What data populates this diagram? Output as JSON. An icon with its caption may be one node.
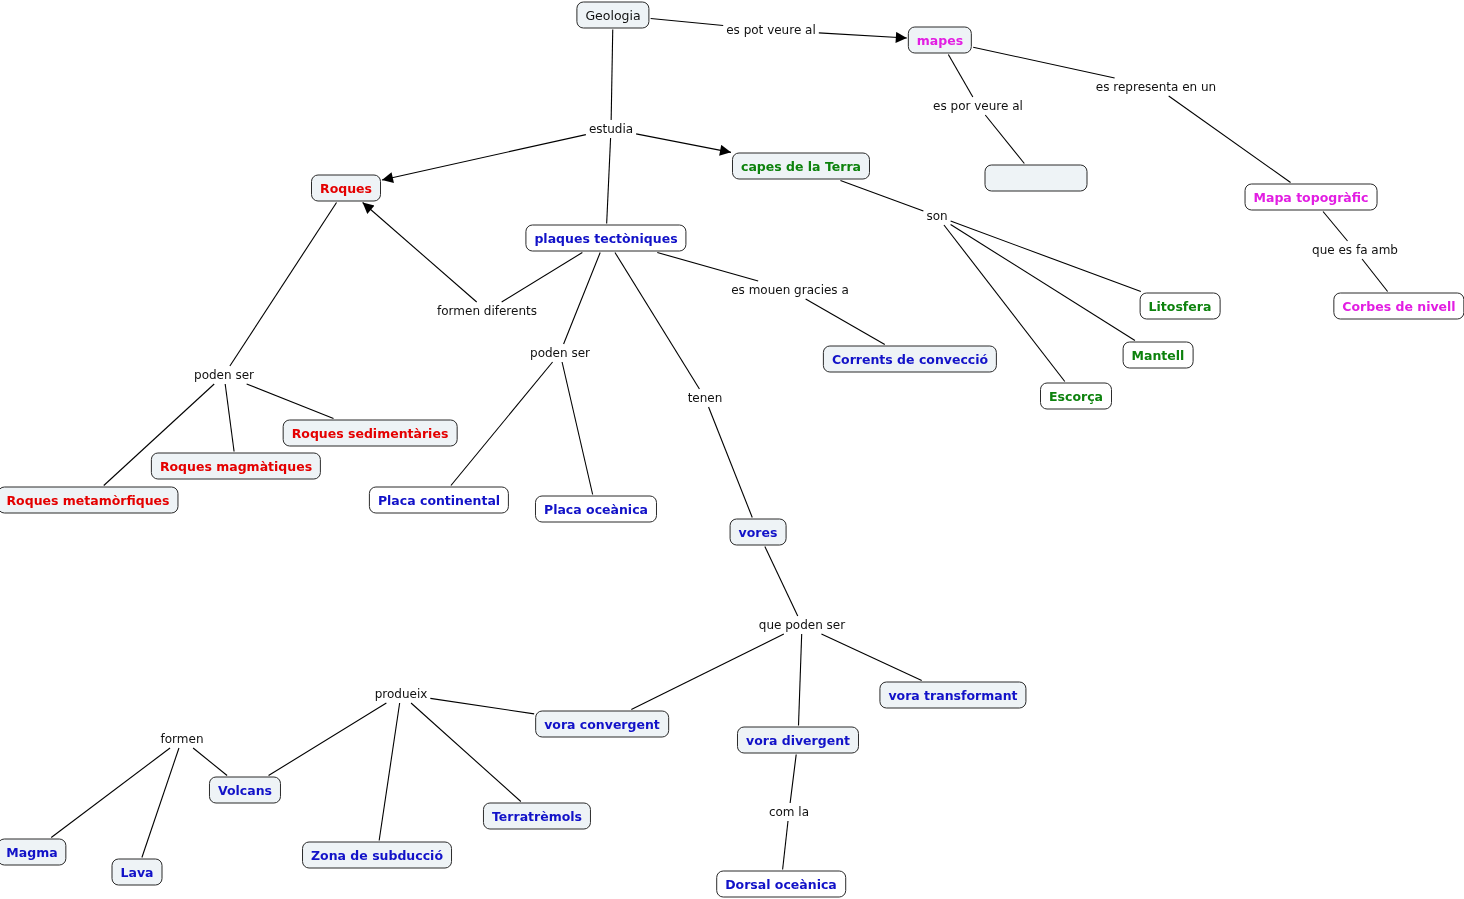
{
  "diagram": {
    "nodes": [
      {
        "text": [
          "Geologia"
        ]
      },
      {
        "text": [
          "es pot veure al"
        ]
      },
      {
        "text": [
          "mapes"
        ]
      },
      {
        "text": [
          "es por veure al"
        ]
      },
      {
        "text": [],
        "shape": "box"
      },
      {
        "text": [
          "es representa en un"
        ]
      },
      {
        "text": [
          "Mapa topogràfic"
        ]
      },
      {
        "text": [
          "que es fa amb"
        ]
      },
      {
        "text": [
          "Corbes de nivell"
        ]
      },
      {
        "text": [
          "estudia"
        ]
      },
      {
        "text": [
          "Roques"
        ]
      },
      {
        "text": [
          "capes de la Terra"
        ]
      },
      {
        "text": [
          "plaques tectòniques"
        ]
      },
      {
        "text": [
          "formen diferents"
        ]
      },
      {
        "text": [
          "poden ser"
        ]
      },
      {
        "text": [
          "Roques sedimentàries"
        ]
      },
      {
        "text": [
          "Roques magmàtiques"
        ]
      },
      {
        "text": [
          "Roques metamòrfiques"
        ]
      },
      {
        "text": [
          "son"
        ]
      },
      {
        "text": [
          "Litosfera"
        ]
      },
      {
        "text": [
          "Mantell"
        ]
      },
      {
        "text": [
          "Escorça"
        ]
      },
      {
        "text": [
          "es mouen gracies a"
        ]
      },
      {
        "text": [
          "Corrents de convecció"
        ]
      },
      {
        "text": [
          "poden ser"
        ]
      },
      {
        "text": [
          "Placa continental"
        ]
      },
      {
        "text": [
          "Placa oceànica"
        ]
      },
      {
        "text": [
          "tenen"
        ]
      },
      {
        "text": [
          "vores"
        ]
      },
      {
        "text": [
          "que poden ser"
        ]
      },
      {
        "text": [
          "vora transformant"
        ]
      },
      {
        "text": [
          "vora convergent"
        ]
      },
      {
        "text": [
          "vora divergent"
        ]
      },
      {
        "text": [
          "com la"
        ]
      },
      {
        "text": [
          "Dorsal oceànica"
        ]
      },
      {
        "text": [
          "produeix"
        ]
      },
      {
        "text": [
          "Volcans"
        ]
      },
      {
        "text": [
          "Zona de subducció"
        ]
      },
      {
        "text": [
          "Terratrèmols"
        ]
      },
      {
        "text": [
          "formen"
        ]
      },
      {
        "text": [
          "Magma"
        ]
      },
      {
        "text": [
          "Lava"
        ]
      }
    ],
    "edges": [
      {
        "from": 0,
        "to": 1,
        "arrow": "none"
      },
      {
        "from": 1,
        "to": 2,
        "arrow": "to"
      },
      {
        "from": 2,
        "to": 3,
        "arrow": "none"
      },
      {
        "from": 3,
        "to": 4,
        "arrow": "none"
      },
      {
        "from": 2,
        "to": 5,
        "arrow": "none"
      },
      {
        "from": 5,
        "to": 6,
        "arrow": "none"
      },
      {
        "from": 6,
        "to": 7,
        "arrow": "none"
      },
      {
        "from": 7,
        "to": 8,
        "arrow": "none"
      },
      {
        "from": 0,
        "to": 9,
        "arrow": "none"
      },
      {
        "from": 9,
        "to": 10,
        "arrow": "to"
      },
      {
        "from": 9,
        "to": 11,
        "arrow": "to"
      },
      {
        "from": 9,
        "to": 12,
        "arrow": "none"
      },
      {
        "from": 12,
        "to": 13,
        "arrow": "none"
      },
      {
        "from": 13,
        "to": 10,
        "arrow": "to"
      },
      {
        "from": 10,
        "to": 14,
        "arrow": "none"
      },
      {
        "from": 14,
        "to": 15,
        "arrow": "none"
      },
      {
        "from": 14,
        "to": 16,
        "arrow": "none"
      },
      {
        "from": 14,
        "to": 17,
        "arrow": "none"
      },
      {
        "from": 11,
        "to": 18,
        "arrow": "none"
      },
      {
        "from": 18,
        "to": 19,
        "arrow": "none"
      },
      {
        "from": 18,
        "to": 20,
        "arrow": "none"
      },
      {
        "from": 18,
        "to": 21,
        "arrow": "none"
      },
      {
        "from": 12,
        "to": 22,
        "arrow": "none"
      },
      {
        "from": 22,
        "to": 23,
        "arrow": "none"
      },
      {
        "from": 12,
        "to": 24,
        "arrow": "none"
      },
      {
        "from": 24,
        "to": 25,
        "arrow": "none"
      },
      {
        "from": 24,
        "to": 26,
        "arrow": "none"
      },
      {
        "from": 12,
        "to": 27,
        "arrow": "none"
      },
      {
        "from": 27,
        "to": 28,
        "arrow": "none"
      },
      {
        "from": 28,
        "to": 29,
        "arrow": "none"
      },
      {
        "from": 29,
        "to": 30,
        "arrow": "none"
      },
      {
        "from": 29,
        "to": 31,
        "arrow": "none"
      },
      {
        "from": 29,
        "to": 32,
        "arrow": "none"
      },
      {
        "from": 32,
        "to": 33,
        "arrow": "none"
      },
      {
        "from": 33,
        "to": 34,
        "arrow": "none"
      },
      {
        "from": 31,
        "to": 35,
        "arrow": "none"
      },
      {
        "from": 35,
        "to": 36,
        "arrow": "none"
      },
      {
        "from": 35,
        "to": 37,
        "arrow": "none"
      },
      {
        "from": 35,
        "to": 38,
        "arrow": "none"
      },
      {
        "from": 36,
        "to": 39,
        "arrow": "none"
      },
      {
        "from": 39,
        "to": 40,
        "arrow": "none"
      },
      {
        "from": 39,
        "to": 41,
        "arrow": "none"
      }
    ]
  }
}
